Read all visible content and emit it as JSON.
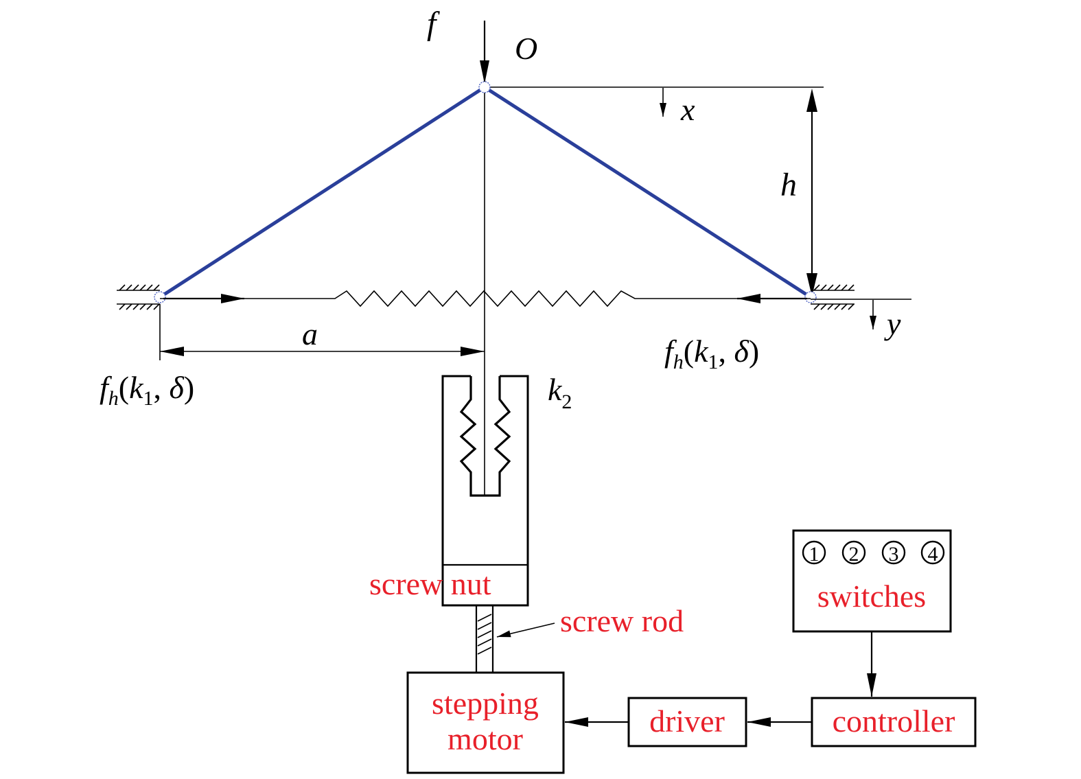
{
  "colors": {
    "link": "#2a3f9a",
    "label_red": "#e8202a",
    "line": "#000000",
    "pivot": "#4a5fc0"
  },
  "labels": {
    "force": "f",
    "origin": "O",
    "x_axis": "x",
    "y_axis": "y",
    "height": "h",
    "half_span": "a",
    "spring_k2_base": "k",
    "spring_k2_sub": "2"
  },
  "horizontal_force_label": {
    "f": "f",
    "h": "h",
    "open": "(",
    "k": "k",
    "k_sub": "1",
    "comma": ",",
    "delta": "δ",
    "close": ")"
  },
  "components": {
    "screw_nut": "screw nut",
    "screw_rod": "screw rod",
    "stepping_motor_line1": "stepping",
    "stepping_motor_line2": "motor",
    "driver": "driver",
    "controller": "controller",
    "switches": "switches",
    "switch_numbers": [
      "1",
      "2",
      "3",
      "4"
    ]
  }
}
